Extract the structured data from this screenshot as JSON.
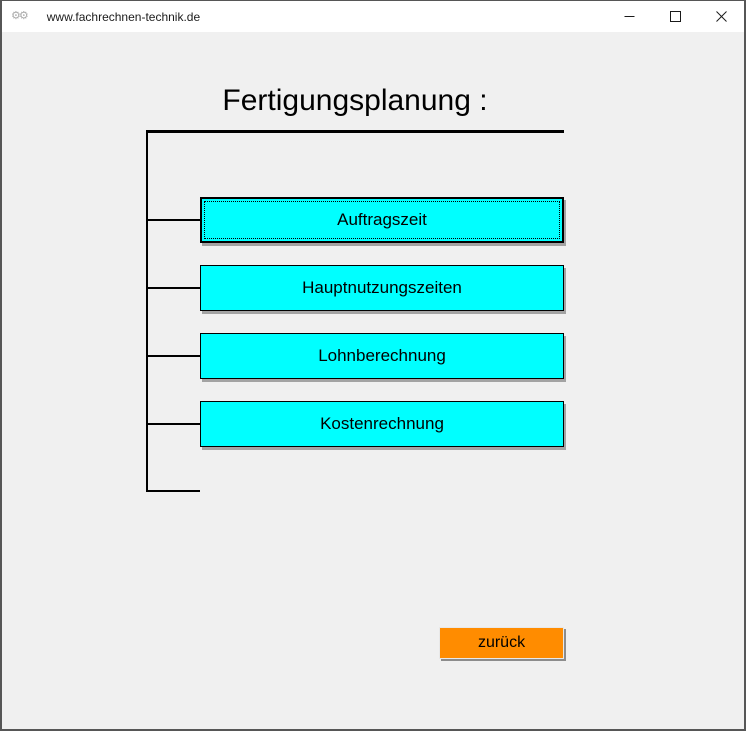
{
  "window": {
    "title": "www.fachrechnen-technik.de",
    "app_icon_glyph": "⚙⚙"
  },
  "heading": {
    "text": "Fertigungsplanung :"
  },
  "menu": {
    "buttons": [
      {
        "label": "Auftragszeit",
        "focused": true
      },
      {
        "label": "Hauptnutzungszeiten",
        "focused": false
      },
      {
        "label": "Lohnberechnung",
        "focused": false
      },
      {
        "label": "Kostenrechnung",
        "focused": false
      }
    ]
  },
  "footer": {
    "back_label": "zurück"
  },
  "colors": {
    "window_bg": "#f0f0f0",
    "titlebar_bg": "#ffffff",
    "menu_button_bg": "#00ffff",
    "back_button_bg": "#ff8c00"
  }
}
